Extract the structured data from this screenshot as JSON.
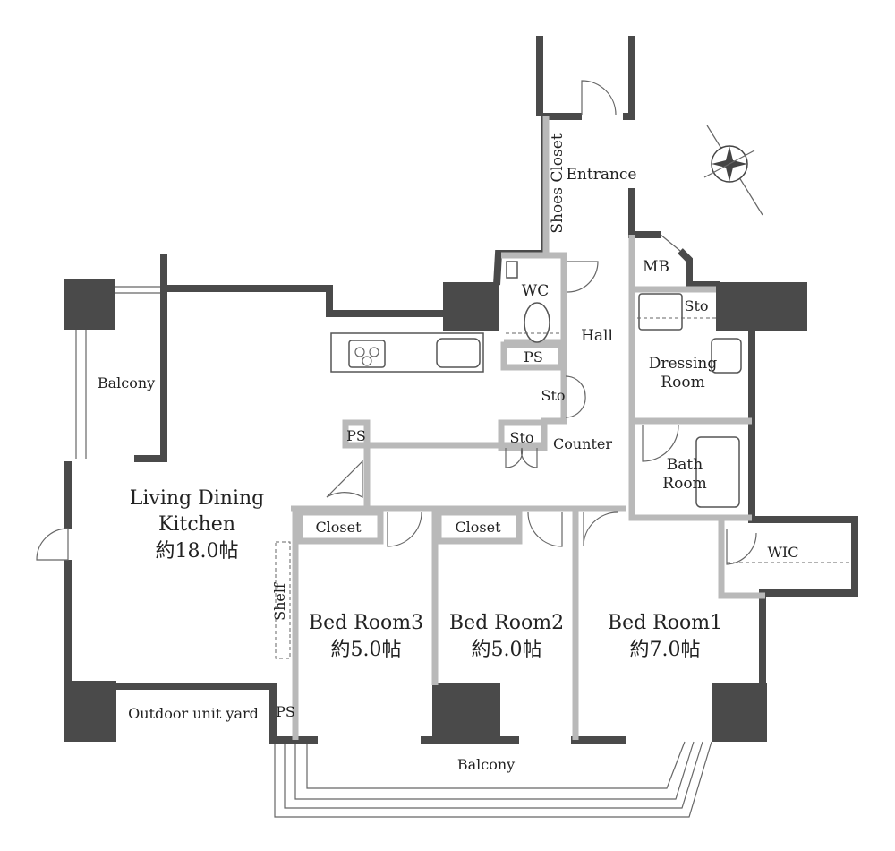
{
  "rooms": {
    "entrance": "Entrance",
    "shoes_closet": "Shoes Closet",
    "wc": "WC",
    "hall": "Hall",
    "mb": "MB",
    "sto_dressing": "Sto",
    "dressing_room": [
      "Dressing",
      "Room"
    ],
    "ps_wc": "PS",
    "sto_hall": "Sto",
    "sto_counter": "Sto",
    "counter": "Counter",
    "ps_ldk": "PS",
    "bath_room": [
      "Bath",
      "Room"
    ],
    "balcony_left": "Balcony",
    "ldk": {
      "name_line1": "Living Dining",
      "name_line2": "Kitchen",
      "size": "約18.0帖"
    },
    "closet3": "Closet",
    "closet2": "Closet",
    "wic": "WIC",
    "shelf": "Shelf",
    "bedroom3": {
      "name": "Bed Room3",
      "size": "約5.0帖"
    },
    "bedroom2": {
      "name": "Bed Room2",
      "size": "約5.0帖"
    },
    "bedroom1": {
      "name": "Bed Room1",
      "size": "約7.0帖"
    },
    "outdoor_unit_yard": "Outdoor unit yard",
    "ps_yard": "PS",
    "balcony_bottom": "Balcony"
  }
}
